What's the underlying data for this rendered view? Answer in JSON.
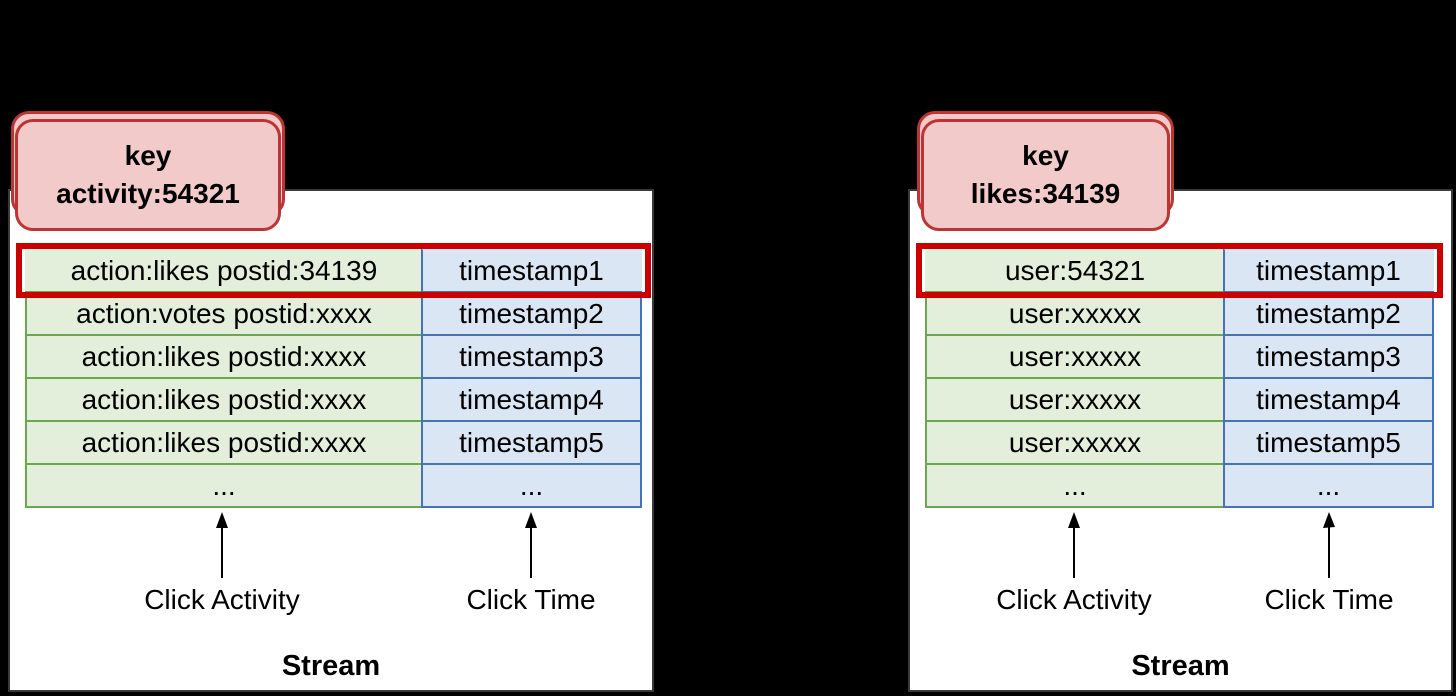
{
  "colors": {
    "canvas_bg": "#000000",
    "panel_bg": "#ffffff",
    "panel_border": "#3a3a3a",
    "key_fill": "#f2caca",
    "key_border": "#bd3434",
    "highlight_border": "#cc0000",
    "activity_fill": "#e3efda",
    "activity_border": "#6aa84f",
    "time_fill": "#dbe6f5",
    "time_border": "#4673b8",
    "text": "#000000"
  },
  "left_stream": {
    "key": {
      "line1": "key",
      "line2": "activity:54321"
    },
    "rows": [
      {
        "activity": "action:likes postid:34139",
        "time": "timestamp1"
      },
      {
        "activity": "action:votes postid:xxxx",
        "time": "timestamp2"
      },
      {
        "activity": "action:likes postid:xxxx",
        "time": "timestamp3"
      },
      {
        "activity": "action:likes postid:xxxx",
        "time": "timestamp4"
      },
      {
        "activity": "action:likes postid:xxxx",
        "time": "timestamp5"
      },
      {
        "activity": "...",
        "time": "..."
      }
    ],
    "activity_pointer_label": "Click Activity",
    "time_pointer_label": "Click Time",
    "caption": "Stream"
  },
  "right_stream": {
    "key": {
      "line1": "key",
      "line2": "likes:34139"
    },
    "rows": [
      {
        "activity": "user:54321",
        "time": "timestamp1"
      },
      {
        "activity": "user:xxxxx",
        "time": "timestamp2"
      },
      {
        "activity": "user:xxxxx",
        "time": "timestamp3"
      },
      {
        "activity": "user:xxxxx",
        "time": "timestamp4"
      },
      {
        "activity": "user:xxxxx",
        "time": "timestamp5"
      },
      {
        "activity": "...",
        "time": "..."
      }
    ],
    "activity_pointer_label": "Click Activity",
    "time_pointer_label": "Click Time",
    "caption": "Stream"
  }
}
